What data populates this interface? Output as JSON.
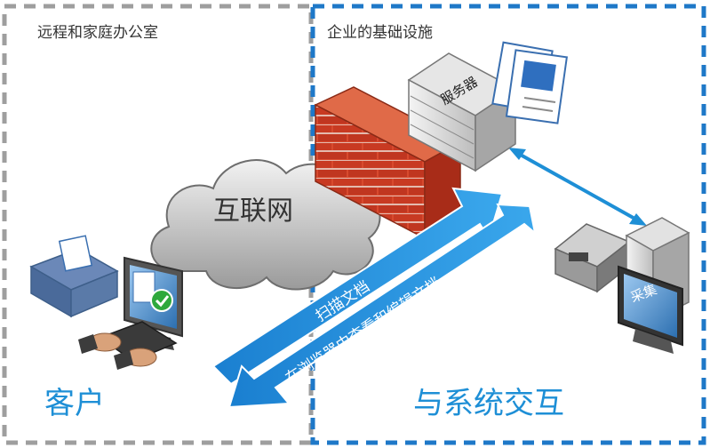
{
  "zones": {
    "remote_title": "远程和家庭办公室",
    "enterprise_title": "企业的基础设施"
  },
  "cloud_label": "互联网",
  "server_label": "服务器",
  "capture_label": "采集",
  "arrows": {
    "scan_label": "扫描文档",
    "view_label": "在浏览器中查看和编辑文档"
  },
  "client_label": "客户",
  "interact_label": "与系统交互",
  "colors": {
    "accent": "#1e8fd6",
    "remote_border": "#9e9e9e",
    "enterprise_border": "#1e78c8",
    "firewall": "#c8321e"
  }
}
